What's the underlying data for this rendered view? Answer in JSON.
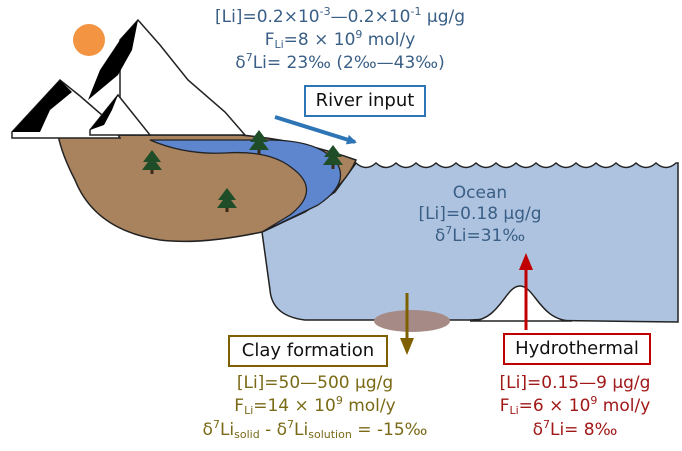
{
  "river": {
    "label": "River input",
    "conc_pre": "[Li]=0.2×10",
    "conc_exp1": "-3",
    "conc_mid": "—0.2×10",
    "conc_exp2": "-1",
    "conc_post": " μg/g",
    "flux_pre": "F",
    "flux_sub": "Li",
    "flux_mid": "=8 × 10",
    "flux_exp": "9",
    "flux_post": " mol/y",
    "delta_sup": "7",
    "delta_post": "Li= 23‰ (2‰—43‰)"
  },
  "ocean": {
    "label": "Ocean",
    "conc": "[Li]=0.18 μg/g",
    "delta_sup": "7",
    "delta_post": "Li=31‰"
  },
  "clay": {
    "label": "Clay formation",
    "conc": "[Li]=50—500 μg/g",
    "flux_pre": "F",
    "flux_sub": "Li",
    "flux_post": "=14 × 10",
    "flux_exp": "9",
    "flux_unit": " mol/y",
    "d1": "δ",
    "d1_sup": "7",
    "d1_li": "Li",
    "d1_sub": "solid",
    "d_sep": " - δ",
    "d2_sup": "7",
    "d2_li": "Li",
    "d2_sub": "solution",
    "d_post": " = -15‰"
  },
  "hydro": {
    "label": "Hydrothermal",
    "conc": "[Li]=0.15—9 μg/g",
    "flux_pre": "F",
    "flux_sub": "Li",
    "flux_mid": "=6 × 10",
    "flux_exp": "9",
    "flux_post": " mol/y",
    "delta_sup": "7",
    "delta_post": "Li= 8‰"
  },
  "colors": {
    "ocean": "#aec3df",
    "land": "#a9825e",
    "river": "#5d86cf",
    "sun": "#f39443",
    "tree": "#1f4d27",
    "river_arrow": "#2e75b6",
    "clay_arrow": "#7f6000",
    "hydro_arrow": "#c00000",
    "clay_blob": "#a58a86"
  }
}
